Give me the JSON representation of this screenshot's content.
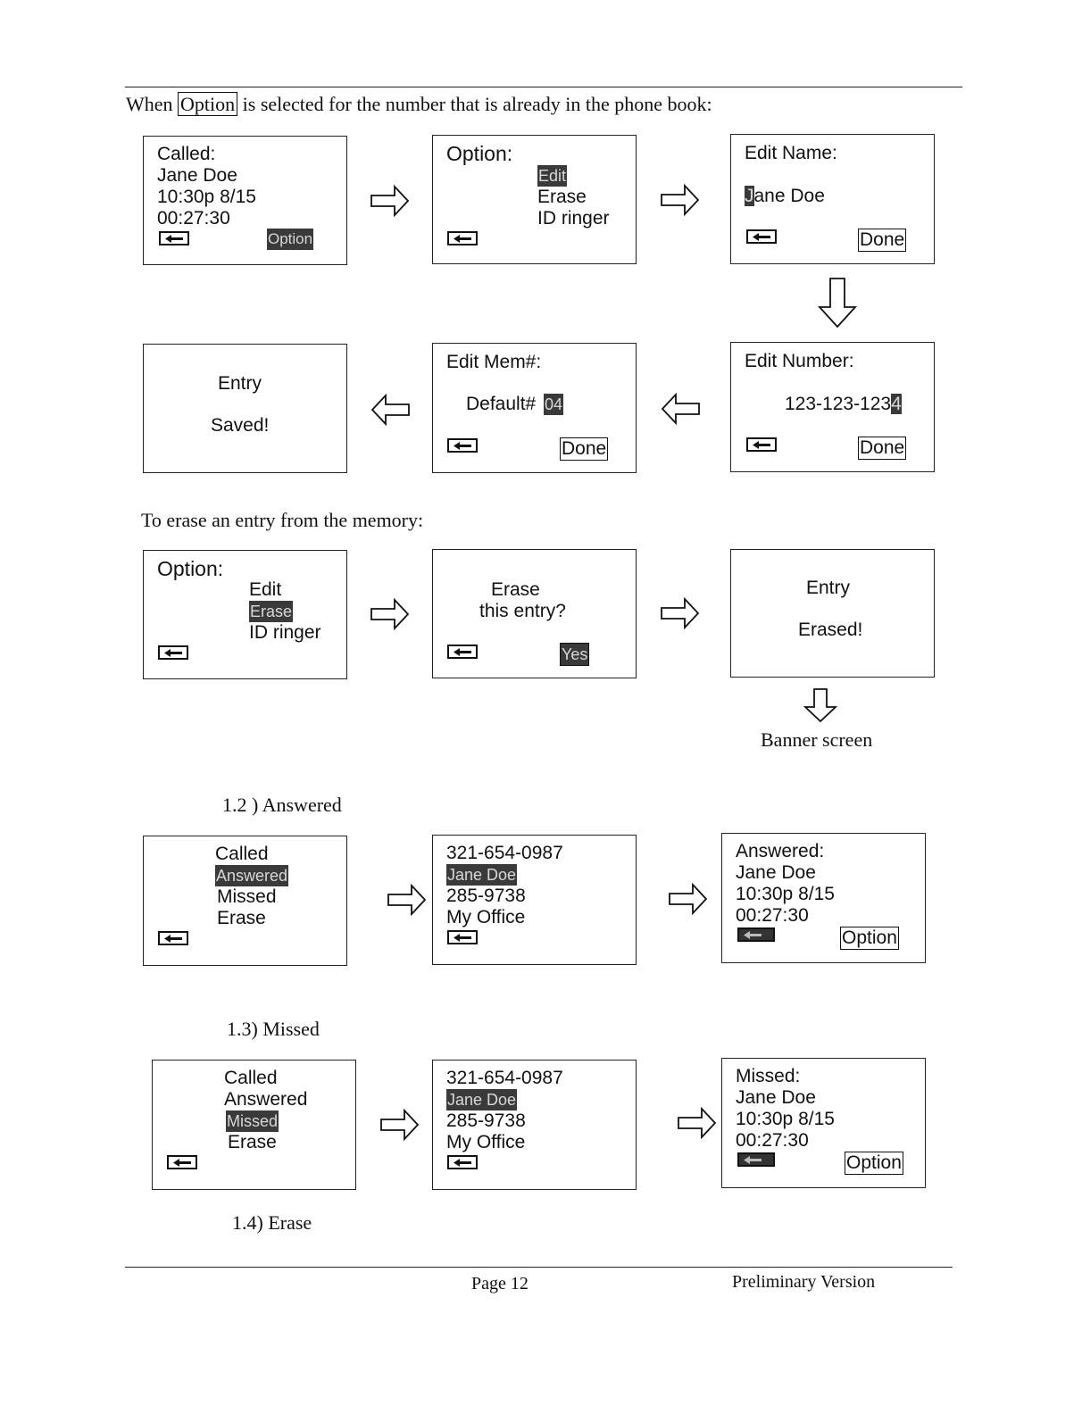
{
  "intro": {
    "prefix": "When",
    "option_word": "Option",
    "suffix": "is selected for the number that is already in the phone book:"
  },
  "s_called": {
    "l1": "Called:",
    "l2": "Jane Doe",
    "l3": "10:30p  8/15",
    "l4": "00:27:30",
    "option": "Option"
  },
  "s_option1": {
    "title": "Option:",
    "edit": "Edit",
    "erase": "Erase",
    "id": "ID ringer"
  },
  "s_editname": {
    "title": "Edit Name:",
    "cursor": "J",
    "rest": "ane Doe",
    "done": "Done"
  },
  "s_editnumber": {
    "title": "Edit Number:",
    "number": "123-123-123",
    "cursor": "4",
    "done": "Done"
  },
  "s_editmem": {
    "title": "Edit Mem#:",
    "label": "Default#",
    "value": "04",
    "done": "Done"
  },
  "s_saved": {
    "l1": "Entry",
    "l2": "Saved!"
  },
  "erase_heading": "To erase an entry from the memory:",
  "s_option2": {
    "title": "Option:",
    "edit": "Edit",
    "erase": "Erase",
    "id": "ID ringer"
  },
  "s_confirm": {
    "l1": "Erase",
    "l2": "this entry?",
    "yes": "Yes"
  },
  "s_erased": {
    "l1": "Entry",
    "l2": "Erased!"
  },
  "banner": "Banner screen",
  "sec_answered": "1.2 )  Answered",
  "s_menu_a": {
    "called": "Called",
    "answered": "Answered",
    "missed": "Missed",
    "erase": "Erase"
  },
  "s_list_a": {
    "l1": "321-654-0987",
    "l2": "Jane Doe",
    "l3": "285-9738",
    "l4": "My Office"
  },
  "s_detail_a": {
    "l1": "Answered:",
    "l2": "Jane Doe",
    "l3": "10:30p  8/15",
    "l4": "00:27:30",
    "option": "Option"
  },
  "sec_missed": "1.3)  Missed",
  "s_menu_m": {
    "called": "Called",
    "answered": "Answered",
    "missed": "Missed",
    "erase": "Erase"
  },
  "s_list_m": {
    "l1": "321-654-0987",
    "l2": "Jane Doe",
    "l3": "285-9738",
    "l4": "My Office"
  },
  "s_detail_m": {
    "l1": "Missed:",
    "l2": "Jane Doe",
    "l3": "10:30p  8/15",
    "l4": "00:27:30",
    "option": "Option"
  },
  "sec_erase": "1.4) Erase",
  "footer": {
    "page": "Page 12",
    "version": "Preliminary Version"
  }
}
